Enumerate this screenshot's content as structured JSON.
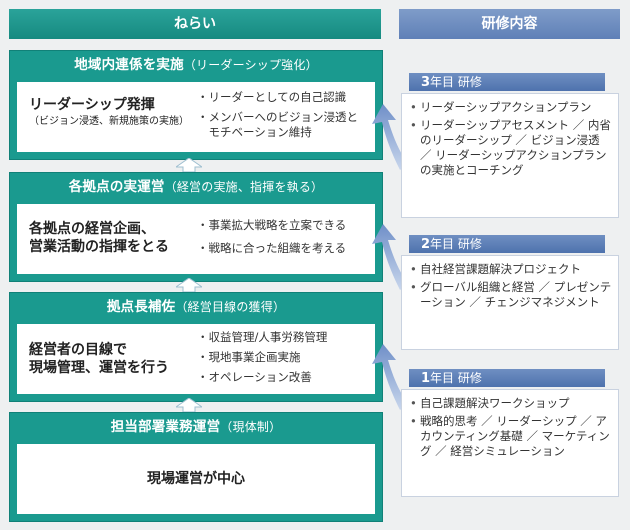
{
  "headers": {
    "left": "ねらい",
    "right": "研修内容"
  },
  "stages": [
    {
      "title": "地域内連係を実施",
      "subtitle": "（リーダーシップ強化）",
      "goal": "リーダーシップ発揮",
      "goal_note": "（ビジョン浸透、新規施策の実施）",
      "bullets": [
        "・リーダーとしての自己認識",
        "・メンバーへのビジョン浸透と",
        "　モチベーション維持"
      ]
    },
    {
      "title": "各拠点の実運営",
      "subtitle": "（経営の実施、指揮を執る）",
      "goal_lines": [
        "各拠点の経営企画、",
        "営業活動の指揮をとる"
      ],
      "bullets": [
        "・事業拡大戦略を立案できる",
        "・戦略に合った組織を考える"
      ]
    },
    {
      "title": "拠点長補佐",
      "subtitle": "（経営目線の獲得）",
      "goal_lines": [
        "経営者の目線で",
        "現場管理、運営を行う"
      ],
      "bullets": [
        "・収益管理/人事労務管理",
        "・現地事業企画実施",
        "・オペレーション改善"
      ]
    },
    {
      "title": "担当部署業務運営",
      "subtitle": "（現体制）",
      "goal": "現場運営が中心"
    }
  ],
  "years": [
    {
      "num": "3",
      "label": "年目 研修",
      "items": [
        "リーダーシップアクションプラン",
        "リーダーシップアセスメント ／ 内省のリーダーシップ ／ ビジョン浸透 ／ リーダーシップアクションプランの実施とコーチング"
      ]
    },
    {
      "num": "2",
      "label": "年目 研修",
      "items": [
        "自社経営課題解決プロジェクト",
        "グローバル組織と経営 ／ プレゼンテーション ／ チェンジマネジメント"
      ]
    },
    {
      "num": "1",
      "label": "年目 研修",
      "items": [
        "自己課題解決ワークショップ",
        "戦略的思考 ／ リーダーシップ ／ アカウンティング基礎 ／ マーケティング ／ 経営シミュレーション"
      ]
    }
  ],
  "colors": {
    "teal": "#1a9a8f",
    "blue": "#5f80b7",
    "arrow": "#8ea9d6"
  }
}
